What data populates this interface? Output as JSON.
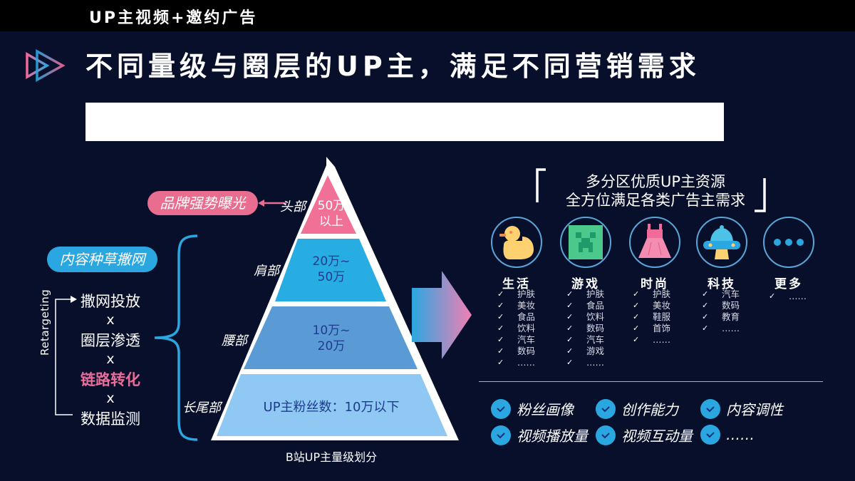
{
  "header": {
    "section_title": "UP主视频+邀约广告",
    "main_title": "不同量级与圈层的UP主，满足不同营销需求"
  },
  "left": {
    "brand_pill": "品牌强势曝光",
    "seed_pill": "内容种草撒网",
    "retargeting_label": "Retargeting",
    "steps": [
      {
        "label": "撒网投放",
        "highlight": false
      },
      {
        "label": "圈层渗透",
        "highlight": false
      },
      {
        "label": "链路转化",
        "highlight": true
      },
      {
        "label": "数据监测",
        "highlight": false
      }
    ],
    "times_symbol": "x"
  },
  "pyramid": {
    "caption": "B站UP主量级划分",
    "tiers": [
      {
        "name": "头部",
        "range_line1": "50万",
        "range_line2": "以上",
        "color": "#f07096",
        "text_color": "#ffffff"
      },
      {
        "name": "肩部",
        "range_line1": "20万~",
        "range_line2": "50万",
        "color": "#28ade3",
        "text_color": "#1f3b8f"
      },
      {
        "name": "腰部",
        "range_line1": "10万~",
        "range_line2": "20万",
        "color": "#5b9bd5",
        "text_color": "#1f3b8f"
      },
      {
        "name": "长尾部",
        "range_line1": "UP主粉丝数：10万以下",
        "range_line2": "",
        "color": "#8fc8f2",
        "text_color": "#1f3b8f"
      }
    ]
  },
  "right": {
    "quote_line1": "多分区优质UP主资源",
    "quote_line2": "全方位满足各类广告主需求",
    "categories": [
      {
        "label": "生活",
        "icon": "duck-icon",
        "items": [
          "护肤",
          "美妆",
          "食品",
          "饮料",
          "汽车",
          "数码",
          "……"
        ]
      },
      {
        "label": "游戏",
        "icon": "creeper-icon",
        "items": [
          "护肤",
          "食品",
          "饮料",
          "数码",
          "汽车",
          "游戏",
          "……"
        ]
      },
      {
        "label": "时尚",
        "icon": "dress-icon",
        "items": [
          "护肤",
          "美妆",
          "鞋服",
          "首饰",
          "……"
        ]
      },
      {
        "label": "科技",
        "icon": "ufo-icon",
        "items": [
          "汽车",
          "数码",
          "教育",
          "……"
        ]
      },
      {
        "label": "更多",
        "icon": "more-dots-icon",
        "items": [
          "……"
        ]
      }
    ],
    "check_glyph": "✓",
    "features": [
      "粉丝画像",
      "创作能力",
      "内容调性",
      "视频播放量",
      "视频互动量",
      "……"
    ]
  },
  "colors": {
    "background": "#070f2b",
    "accent_blue": "#2aa7e0",
    "accent_pink": "#e86d8e"
  }
}
